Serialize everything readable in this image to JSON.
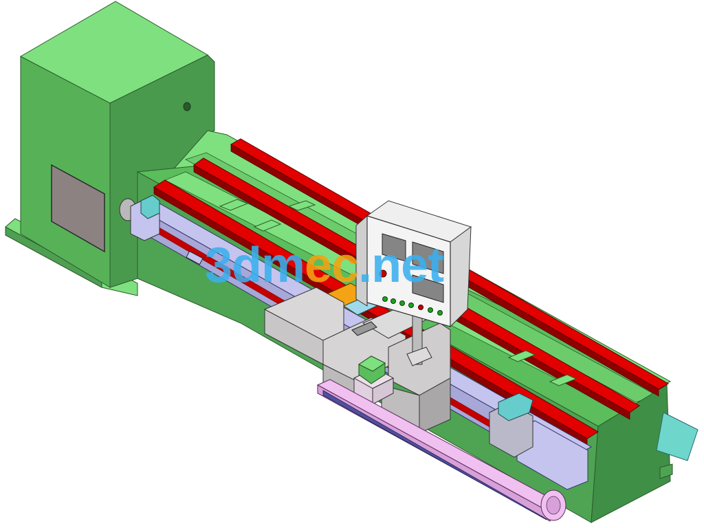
{
  "watermark": {
    "part1": "3dm",
    "part2": "ec",
    "part3": ".net"
  },
  "colors": {
    "machine_green": "#5bbd5b",
    "machine_green_light": "#7fe07f",
    "machine_green_dark": "#3f8f46",
    "rail_red": "#d40000",
    "rail_red_dark": "#8e0000",
    "carriage_gray": "#c8c6c6",
    "belt_pink": "#f0c0f0",
    "slide_lavender": "#c4c4ee",
    "panel_white": "#f2f2f2",
    "screen_gray": "#858585",
    "watermark_blue": "#3bb0ef",
    "watermark_orange": "#f3a313"
  }
}
